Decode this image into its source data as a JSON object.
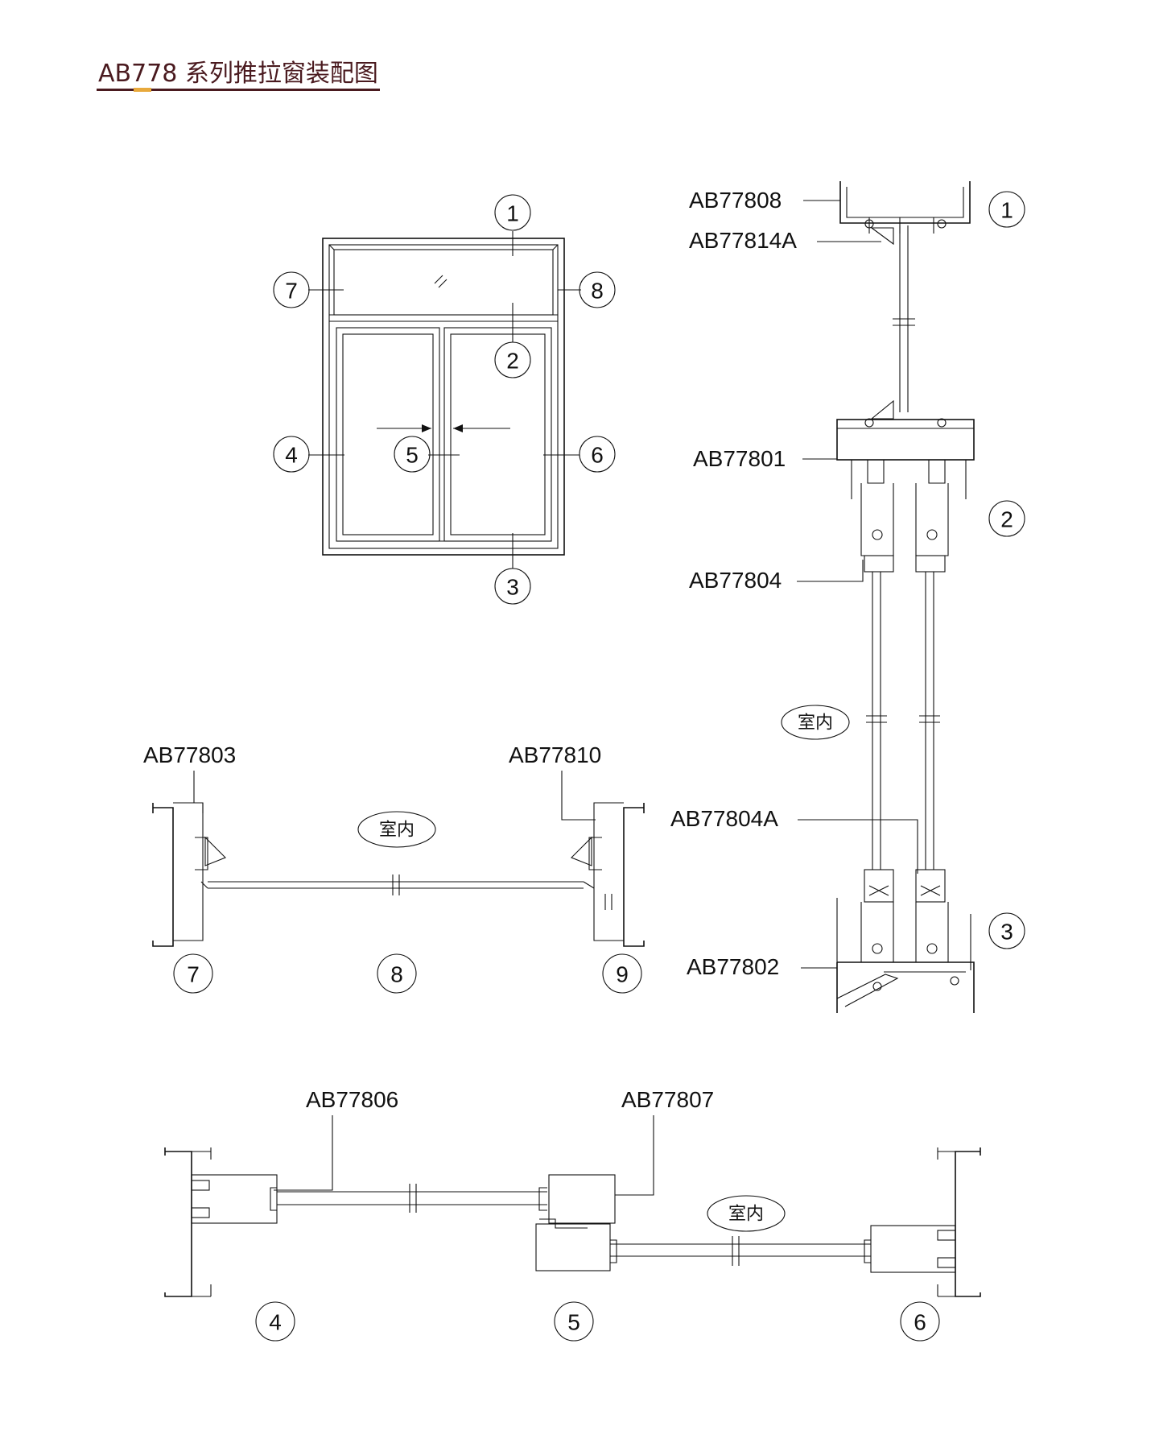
{
  "title": "AB778 系列推拉窗装配图",
  "indoor_label": "室内",
  "elevation": {
    "callouts": [
      "1",
      "2",
      "3",
      "4",
      "5",
      "6",
      "7",
      "8"
    ]
  },
  "vertical_section": {
    "parts": [
      "AB77808",
      "AB77814A",
      "AB77801",
      "AB77804",
      "AB77804A",
      "AB77802"
    ],
    "callouts": [
      "1",
      "2",
      "3"
    ]
  },
  "transom_section": {
    "parts": [
      "AB77803",
      "AB77810"
    ],
    "callouts": [
      "7",
      "8",
      "9"
    ]
  },
  "horizontal_section": {
    "parts": [
      "AB77806",
      "AB77807"
    ],
    "callouts": [
      "4",
      "5",
      "6"
    ]
  },
  "colors": {
    "title": "#4a1a1f",
    "accent": "#e8a93c",
    "line": "#111111"
  }
}
